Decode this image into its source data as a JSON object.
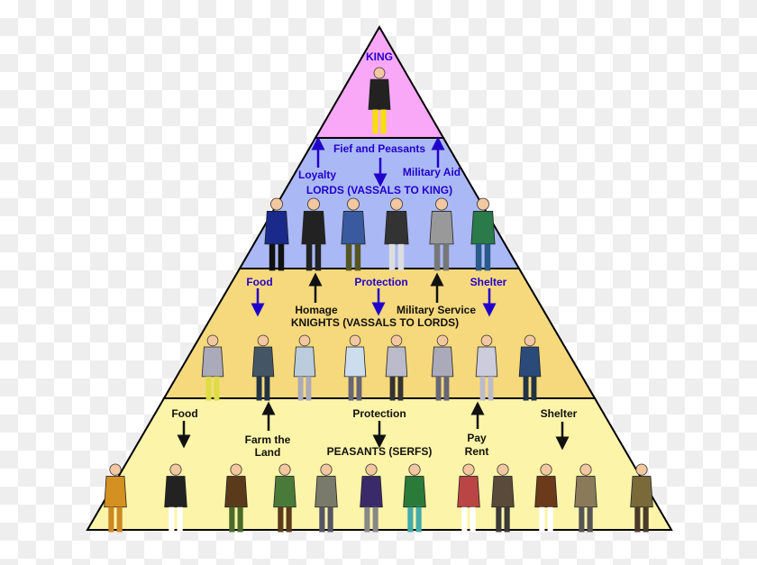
{
  "tiers": {
    "king": {
      "title": "KING"
    },
    "lords": {
      "title": "LORDS (VASSALS TO KING)",
      "labels": {
        "fief": "Fief and Peasants",
        "loyalty": "Loyalty",
        "military_aid": "Military Aid"
      }
    },
    "knights": {
      "title": "KNIGHTS (VASSALS TO LORDS)",
      "labels": {
        "food": "Food",
        "protection": "Protection",
        "shelter": "Shelter",
        "homage": "Homage",
        "military_service": "Military Service"
      }
    },
    "peasants": {
      "title": "PEASANTS (SERFS)",
      "labels": {
        "food": "Food",
        "farm_line1": "Farm the",
        "farm_line2": "Land",
        "protection": "Protection",
        "pay_line1": "Pay",
        "pay_line2": "Rent",
        "shelter": "Shelter"
      }
    }
  },
  "colors": {
    "king": "#f9a8f7",
    "lords": "#aab9f5",
    "knights": "#f6d97c",
    "peasants": "#fcf4a8",
    "blue_text": "#2200cc"
  }
}
